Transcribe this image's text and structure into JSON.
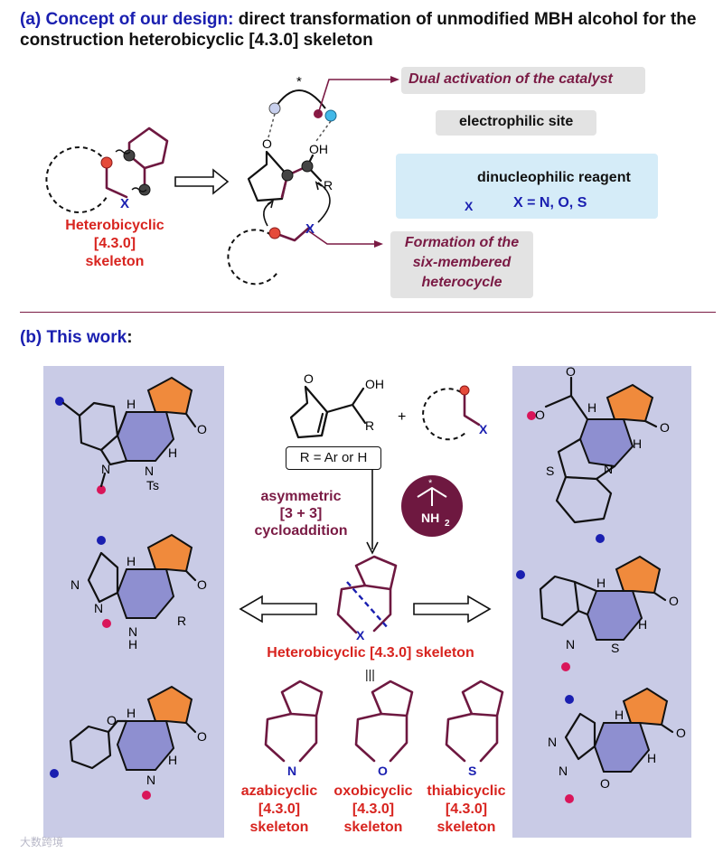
{
  "part_a": {
    "heading_label": "(a) Concept of our design:",
    "heading_rest": " direct transformation of unmodified MBH alcohol for the construction heterobicyclic [4.3.0] skeleton",
    "left_label": [
      "Heterobicyclic",
      "[4.3.0]",
      "skeleton"
    ],
    "x_atom": "X",
    "oxygen": "O",
    "oh": "OH",
    "r_group": "R",
    "asterisk": "*",
    "callout_catalyst": "Dual activation of the catalyst",
    "callout_electrophilic": "electrophilic site",
    "callout_dinucleophilic": "dinucleophilic reagent",
    "x_definition": "X = N, O, S",
    "callout_formation": [
      "Formation of the",
      "six-membered",
      "heterocycle"
    ]
  },
  "part_b": {
    "heading_label": "(b) This work",
    "heading_colon": ":",
    "r_definition": "R = Ar or H",
    "plus": "+",
    "reaction_type": [
      "asymmetric",
      "[3 + 3]",
      "cycloaddition"
    ],
    "catalyst_nh": "NH",
    "catalyst_sub": "2",
    "center_label": "Heterobicyclic [4.3.0] skeleton",
    "equiv": "|||",
    "subclasses": [
      {
        "atom": "N",
        "name": "azabicyclic",
        "ring": "[4.3.0]",
        "word": "skeleton"
      },
      {
        "atom": "O",
        "name": "oxobicyclic",
        "ring": "[4.3.0]",
        "word": "skeleton"
      },
      {
        "atom": "S",
        "name": "thiabicyclic",
        "ring": "[4.3.0]",
        "word": "skeleton"
      }
    ],
    "atoms": {
      "H": "H",
      "O": "O",
      "N": "N",
      "S": "S",
      "Ts": "Ts",
      "R": "R",
      "X": "X"
    }
  },
  "watermark": "大数跨境",
  "colors": {
    "blue": "#1a1fb0",
    "red": "#d8241f",
    "maroon": "#7a1a44",
    "panel": "#c9cbe6",
    "orange": "#f08a3c",
    "violet": "#8e8fd0",
    "callout_blue": "#d5ecf8",
    "callout_gray": "#e3e3e3"
  }
}
